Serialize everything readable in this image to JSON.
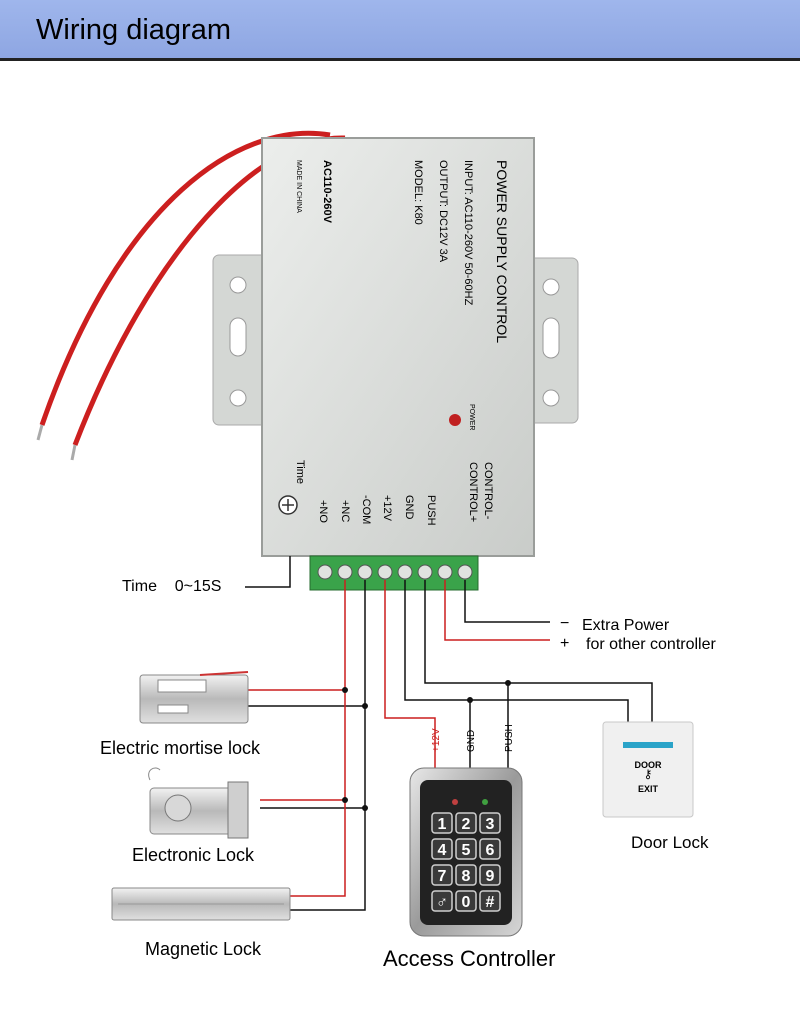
{
  "header": {
    "title": "Wiring diagram"
  },
  "power_supply": {
    "title": "POWER SUPPLY CONTROL",
    "input": "INPUT: AC110-260V 50-60HZ",
    "output": "OUTPUT: DC12V 3A",
    "model": "MODEL: K80",
    "ac_label": "AC110-260V",
    "made_in": "MADE IN CHINA",
    "power_led_label": "POWER",
    "time_label": "Time",
    "terminals": [
      "CONTROL-",
      "CONTROL+",
      "PUSH",
      "GND",
      "+12V",
      "-COM",
      "+NC",
      "+NO"
    ]
  },
  "time_setting": "Time    0~15S",
  "extra_power": {
    "minus_sign": "−",
    "line1": "Extra Power",
    "plus_sign": "+",
    "line2": "for other controller"
  },
  "locks": {
    "mortise": "Electric mortise lock",
    "electronic": "Electronic Lock",
    "magnetic": "Magnetic Lock",
    "door": "Door Lock"
  },
  "door_button": {
    "line1": "DOOR",
    "line2": "EXIT"
  },
  "controller": {
    "name": "Access Controller",
    "wire_labels": [
      "+12V",
      "GND",
      "PUSH"
    ],
    "keys": [
      "1",
      "2",
      "3",
      "4",
      "5",
      "6",
      "7",
      "8",
      "9",
      "♂",
      "0",
      "#"
    ]
  },
  "colors": {
    "header": "#8ea6e2",
    "wire_red": "#cc1f1f",
    "wire_black": "#111111",
    "terminal_green": "#3aa34a",
    "box": "#d9dcd9"
  }
}
